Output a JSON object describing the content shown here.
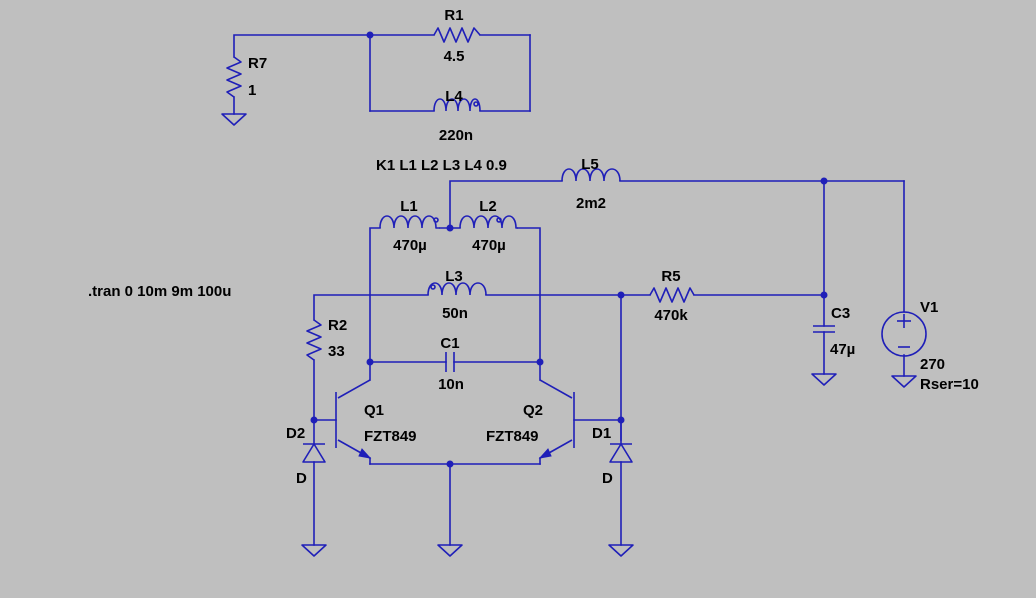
{
  "components": {
    "R1": {
      "ref": "R1",
      "value": "4.5"
    },
    "R7": {
      "ref": "R7",
      "value": "1"
    },
    "L4": {
      "ref": "L4",
      "value": "220n"
    },
    "L5": {
      "ref": "L5",
      "value": "2m2"
    },
    "L1": {
      "ref": "L1",
      "value": "470µ"
    },
    "L2": {
      "ref": "L2",
      "value": "470µ"
    },
    "L3": {
      "ref": "L3",
      "value": "50n"
    },
    "R5": {
      "ref": "R5",
      "value": "470k"
    },
    "R2": {
      "ref": "R2",
      "value": "33"
    },
    "C1": {
      "ref": "C1",
      "value": "10n"
    },
    "C3": {
      "ref": "C3",
      "value": "47µ"
    },
    "V1": {
      "ref": "V1",
      "value": "270",
      "extra": "Rser=10"
    },
    "Q1": {
      "ref": "Q1",
      "value": "FZT849"
    },
    "Q2": {
      "ref": "Q2",
      "value": "FZT849"
    },
    "D2": {
      "ref": "D2",
      "value": "D"
    },
    "D1": {
      "ref": "D1",
      "value": "D"
    }
  },
  "directives": {
    "coupling": "K1 L1 L2 L3 L4 0.9",
    "tran": ".tran 0 10m 9m 100u"
  },
  "colors": {
    "background": "#bfbfbf",
    "wire": "#1f1fb8",
    "text": "#000000"
  }
}
